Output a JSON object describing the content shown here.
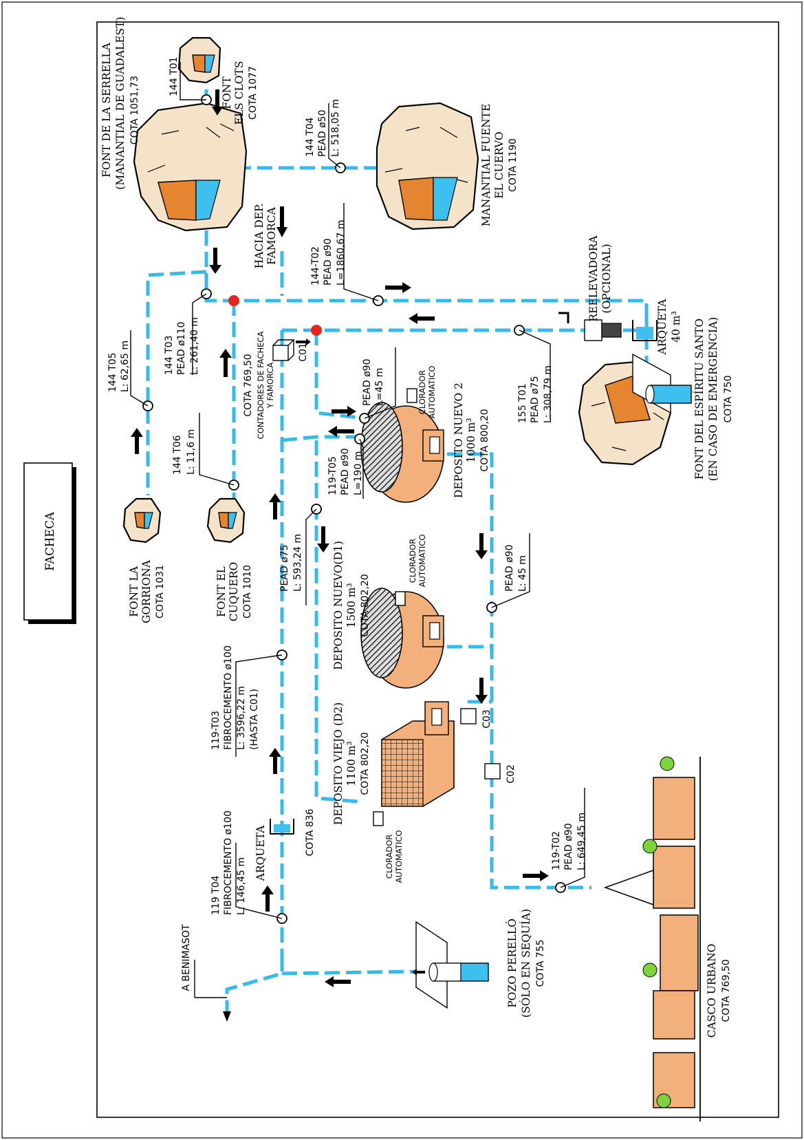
{
  "title": "FACHECA",
  "colors": {
    "pipe": "#33bbee",
    "valve": "#e8231c",
    "water": "#3ec0ee",
    "rock_fill": "#f4e3c8",
    "orange": "#e5852f",
    "tank": "#f4b07a"
  },
  "sources": {
    "font_la_serrella": {
      "name": "FONT DE LA SERRELLA",
      "sub": "(MANANTIAL DE GUADALEST)",
      "cota": "COTA 1051,73"
    },
    "font_els_clots": {
      "l1": "FONT",
      "l2": "ELS CLOTS",
      "cota": "COTA 1077"
    },
    "manantial_fuente": {
      "l1": "MANANTIAL FUENTE",
      "l2": "EL CUERVO",
      "cota": "COTA 1190"
    },
    "font_la_gorriona": {
      "l1": "FONT LA",
      "l2": "GORRIONA",
      "cota": "COTA 1031"
    },
    "font_el_cuquero": {
      "l1": "FONT EL",
      "l2": "CUQUERO",
      "cota": "COTA 1010"
    },
    "font_espiritu_santo": {
      "l1": "FONT DEL ESPÍRITU SANTO",
      "l2": "(EN CASO DE EMERGENCIA)",
      "cota": "COTA 750"
    },
    "pozo_perello": {
      "l1": "POZO PERELLÓ",
      "l2": "(SÓLO EN SEQUÍA)",
      "cota": "COTA 755"
    }
  },
  "pipes": {
    "t01_144": {
      "id": "144 T01"
    },
    "t04_144": {
      "id": "144 T04",
      "mat": "PEAD ø50",
      "len": "L: 518,05 m"
    },
    "t02_144": {
      "id": "144-T02",
      "mat": "PEAD ø90",
      "len": "L=1860,67 m"
    },
    "t05_144": {
      "id": "144 T05",
      "len": "L: 62,65 m"
    },
    "t03_144": {
      "id": "144 T03",
      "mat": "PEAD ø110",
      "len": "L: 261,40 m"
    },
    "t06_144": {
      "id": "144 T06",
      "len": "L: 11,6 m"
    },
    "t01_155": {
      "id": "155 T01",
      "mat": "PEAD ø75",
      "len": "L: 308,79 m"
    },
    "short_90": {
      "mat": "PEAD ø90",
      "len": "L=45 m"
    },
    "t105_119": {
      "id": "119-T05",
      "mat": "PEAD ø90",
      "len": "L=190 m"
    },
    "pead75": {
      "mat": "PEAD ø75",
      "len": "L: 593,24 m"
    },
    "pead90_45": {
      "mat": "PEAD ø90",
      "len": "L: 45 m"
    },
    "t03_119": {
      "id": "119-T03",
      "mat": "FIBROCEMENTO ø100",
      "len": "L: 3596,22 m",
      "note": "(HASTA C01)"
    },
    "t04_119": {
      "id": "119 T04",
      "mat": "FIBROCEMENTO ø100",
      "len": "L: 146,45 m"
    },
    "t02_119": {
      "id": "119-T02",
      "mat": "PEAD ø90",
      "len": "L: 649,45 m"
    }
  },
  "labels": {
    "hacia_dep": {
      "l1": "HACIA DEP.",
      "l2": "FAMORCA"
    },
    "reelevadora": {
      "l1": "REELEVADORA",
      "l2": "(OPCIONAL)"
    },
    "arqueta40": {
      "l1": "ARQUETA",
      "l2": "40 m³"
    },
    "contadores": {
      "cota": "COTA 769,50",
      "l1": "CONTADORES DE FACHECA",
      "l2": "Y FAMORCA"
    },
    "c01": "C01",
    "c02": "C02",
    "c03": "C03",
    "arqueta836": {
      "name": "ARQUETA",
      "cota": "COTA 836"
    },
    "a_benimasot": "A BENIMASOT",
    "clorador": {
      "l1": "CLORADOR",
      "l2": "AUTOMATICO"
    }
  },
  "deposits": {
    "nuevo2": {
      "name": "DEPOSITO NUEVO 2",
      "cap": "1000 m³",
      "cota": "COTA 800,20"
    },
    "nuevo1": {
      "name": "DEPOSITO NUEVO(D1)",
      "cap": "1500 m³",
      "cota": "COTA 802,20"
    },
    "viejo": {
      "name": "DEPOSITO VIEJO (D2)",
      "cap": "1100 m³",
      "cota": "COTA 802,20"
    }
  },
  "town": {
    "name": "CASCO URBANO",
    "cota": "COTA 769,50"
  }
}
